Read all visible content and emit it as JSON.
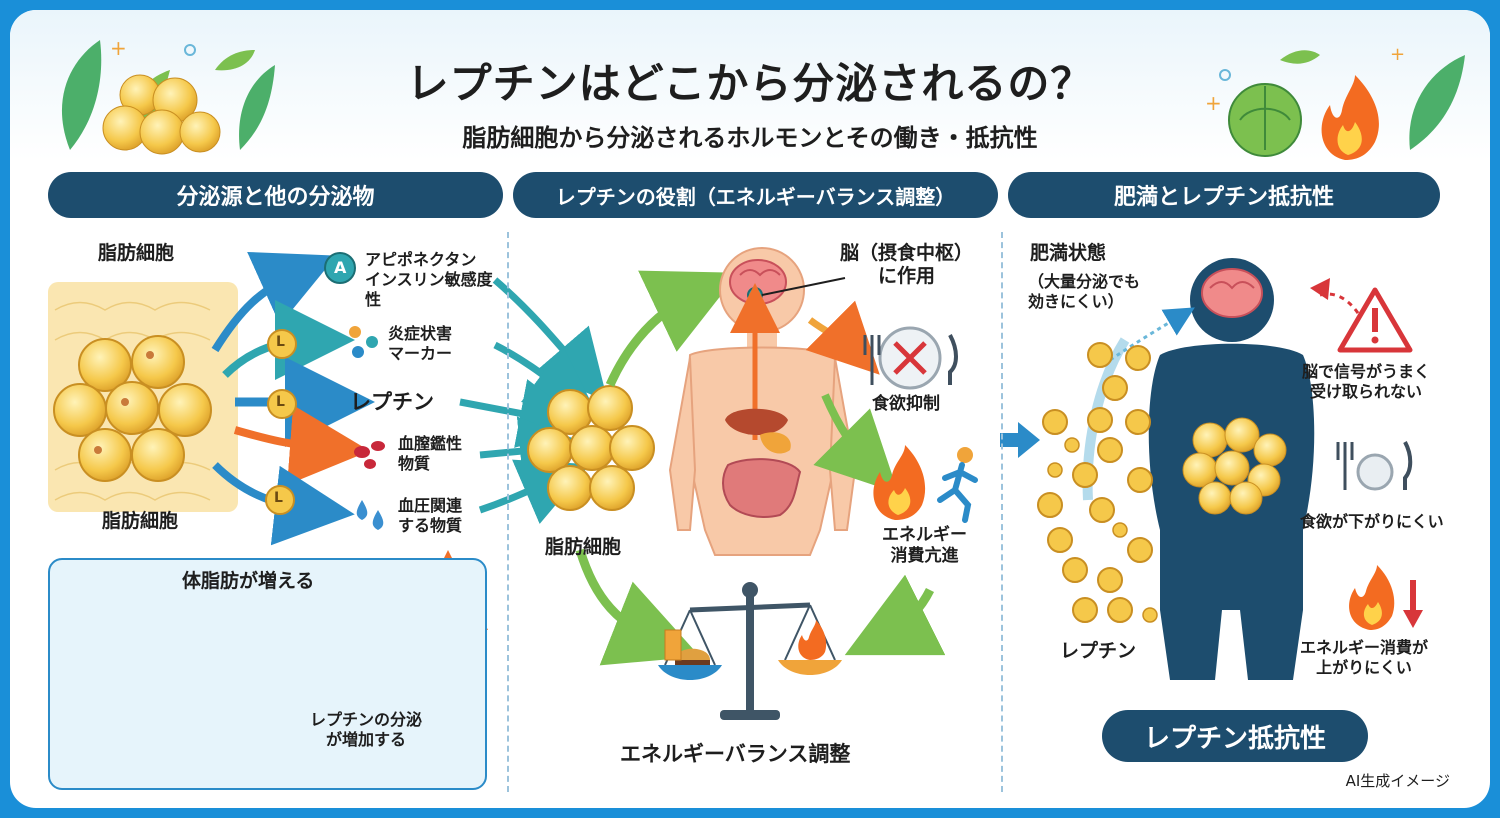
{
  "header": {
    "title": "レプチンはどこから分泌されるの？",
    "subtitle": "脂肪細胞から分泌されるホルモンとその働き・抵抗性"
  },
  "sections": {
    "left": "分泌源と他の分泌物",
    "middle": "レプチンの役割（エネルギーバランス調整）",
    "right": "肥満とレプチン抵抗性"
  },
  "left": {
    "fat_label_top": "脂肪細胞",
    "fat_label_bottom": "脂肪細胞",
    "badge_a": "A",
    "badge_l": "L",
    "adiponectin": "アピポネクタン\nインスリン敏感度性",
    "inflammation": "炎症状害\nマーカー",
    "leptin": "レプチン",
    "clot": "血膣鑑性\n物質",
    "pressure": "血圧関連\nする物質",
    "box_title": "体脂肪が増える",
    "box_result": "レプチンの分泌\nが増加する"
  },
  "middle": {
    "brain": "脳（摂食中枢）\nに作用",
    "appetite": "食欲抑制",
    "energy": "エネルギー\n消費亢進",
    "fat_label": "脂肪細胞",
    "balance": "エネルギーバランス調整"
  },
  "right": {
    "obese_state": "肥満状態",
    "obese_note": "（大量分泌でも\n効きにくい）",
    "warning": "脳で信号がうまく\n受け取られない",
    "appetite": "食欲が下がりにくい",
    "energy": "エネルギー消費が\n上がりにくい",
    "leptin": "レプチン",
    "resistance": "レプチン抵抗性"
  },
  "footer": {
    "credit": "AI生成イメージ"
  },
  "colors": {
    "frame": "#1a8fd8",
    "navy": "#1d4d6e",
    "fat": "#f5c84a",
    "arrow_blue": "#2b8bc8",
    "arrow_teal": "#2fa6b0",
    "arrow_orange": "#f0702a",
    "arrow_green": "#7cc04f",
    "skin": "#f8c9a8",
    "warning_red": "#d8363a"
  },
  "icons": [
    "leaf-icon",
    "fat-cell-icon",
    "cabbage-icon",
    "flame-icon",
    "brain-icon",
    "plate-icon",
    "fork-icon",
    "knife-icon",
    "runner-icon",
    "scale-icon",
    "burger-icon",
    "drink-icon",
    "warning-icon",
    "droplet-icon",
    "arrow-icon",
    "silhouette-icon"
  ]
}
